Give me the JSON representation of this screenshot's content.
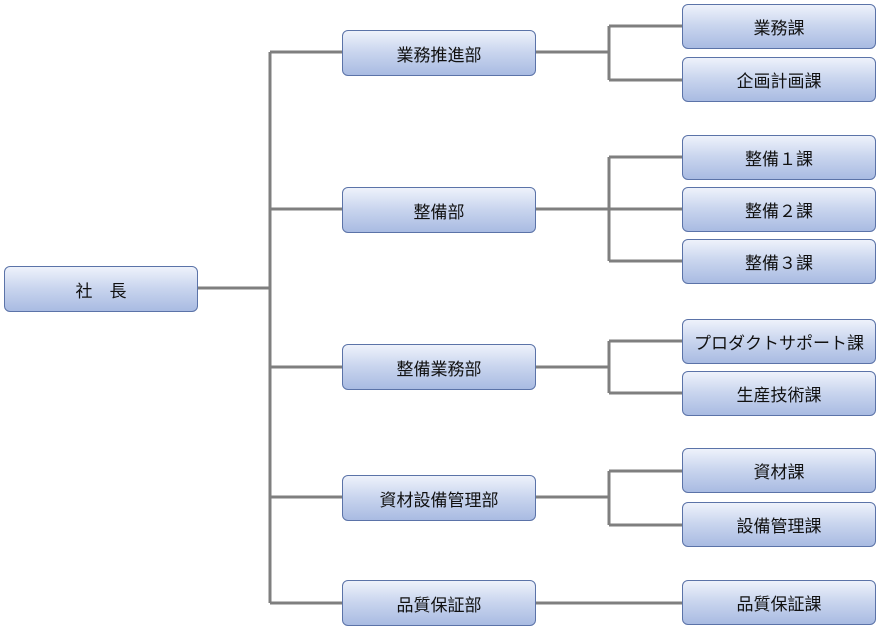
{
  "org_chart": {
    "president": "社　長",
    "departments": [
      {
        "name": "業務推進部",
        "sections": [
          "業務課",
          "企画計画課"
        ]
      },
      {
        "name": "整備部",
        "sections": [
          "整備１課",
          "整備２課",
          "整備３課"
        ]
      },
      {
        "name": "整備業務部",
        "sections": [
          "プロダクトサポート課",
          "生産技術課"
        ]
      },
      {
        "name": "資材設備管理部",
        "sections": [
          "資材課",
          "設備管理課"
        ]
      },
      {
        "name": "品質保証部",
        "sections": [
          "品質保証課"
        ]
      }
    ]
  },
  "colors": {
    "line": "#7f7f7f",
    "box_border": "#5b73a8",
    "box_top": "#eef2fb",
    "box_bottom": "#a9bbe2"
  }
}
